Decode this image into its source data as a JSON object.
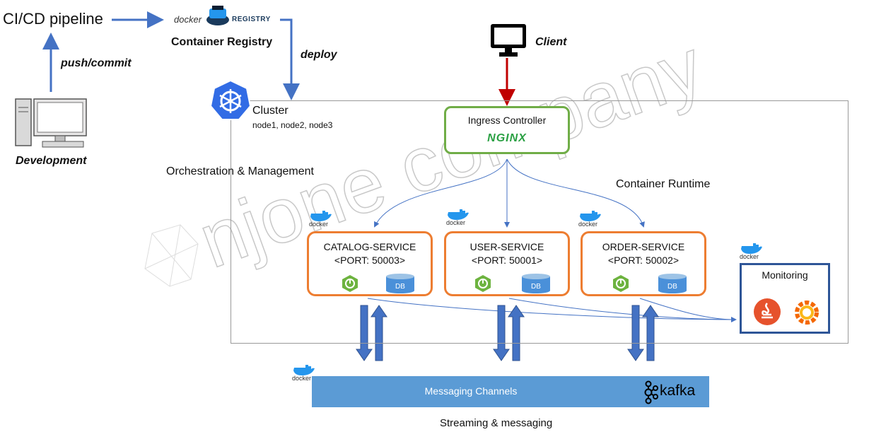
{
  "pipeline": {
    "cicd_label": "CI/CD pipeline",
    "push_label": "push/commit",
    "development_label": "Development",
    "registry_logo_left": "docker",
    "registry_logo_right": "REGISTRY",
    "registry_label": "Container Registry",
    "deploy_label": "deploy"
  },
  "client": {
    "label": "Client"
  },
  "cluster": {
    "label": "Cluster",
    "nodes": "node1, node2, node3",
    "orchestration_label": "Orchestration & Management",
    "runtime_label": "Container Runtime"
  },
  "ingress": {
    "title": "Ingress Controller",
    "logo_text": "NGINX"
  },
  "services": [
    {
      "name": "CATALOG-SERVICE",
      "port": "<PORT: 50003>",
      "db_label": "DB"
    },
    {
      "name": "USER-SERVICE",
      "port": "<PORT: 50001>",
      "db_label": "DB"
    },
    {
      "name": "ORDER-SERVICE",
      "port": "<PORT: 50002>",
      "db_label": "DB"
    }
  ],
  "docker_label": "docker",
  "monitoring": {
    "title": "Monitoring"
  },
  "messaging": {
    "title": "Messaging Channels",
    "kafka_label": "kafka",
    "streaming_label": "Streaming & messaging"
  },
  "watermark": {
    "text": "njone company"
  },
  "colors": {
    "arrow_blue": "#4472c4",
    "client_arrow": "#c00000",
    "ingress_border": "#70ad47",
    "service_border": "#ed7d31",
    "monitor_border": "#2e5597",
    "messaging_fill": "#5b9bd5",
    "docker_blue": "#2496ed",
    "spring_green": "#6db33f"
  }
}
